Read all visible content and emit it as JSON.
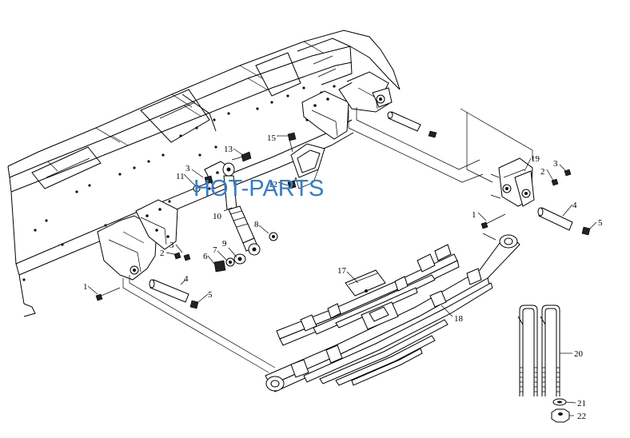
{
  "watermark": "HOT-PARTS",
  "callouts": {
    "c1a": "1",
    "c1b": "1",
    "c2a": "2",
    "c2b": "2",
    "c3a": "3",
    "c3b": "3",
    "c3c": "3",
    "c4a": "4",
    "c4b": "4",
    "c5a": "5",
    "c5b": "5",
    "c6": "6",
    "c7": "7",
    "c8": "8",
    "c9": "9",
    "c10": "10",
    "c11": "11",
    "c12": "12",
    "c13": "13",
    "c15": "15",
    "c17": "17",
    "c18": "18",
    "c19": "19",
    "c20": "20",
    "c21": "21",
    "c22": "22"
  },
  "icons": {
    "frame": "chassis-frame-rail-icon",
    "leaf": "leaf-spring-icon",
    "shock": "shock-absorber-icon",
    "ubolt": "u-bolt-icon",
    "bracket": "spring-bracket-icon",
    "shackle": "spring-shackle-icon"
  }
}
